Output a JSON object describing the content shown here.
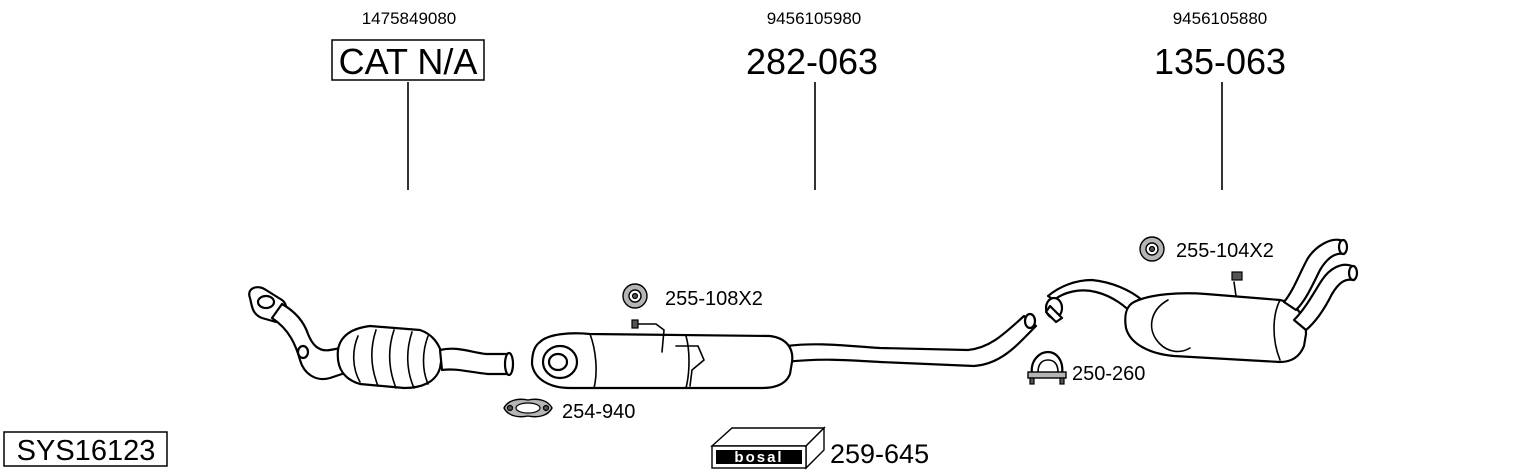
{
  "diagram": {
    "system_code": "SYS16123",
    "brand": "bosal",
    "columns": [
      {
        "oem_number": "1475849080",
        "part_number": "CAT N/A",
        "boxed": true
      },
      {
        "oem_number": "9456105980",
        "part_number": "282-063",
        "boxed": false
      },
      {
        "oem_number": "9456105880",
        "part_number": "135-063",
        "boxed": false
      }
    ],
    "accessories": [
      {
        "label": "255-108X2",
        "icon": "rubber-hanger-icon"
      },
      {
        "label": "255-104X2",
        "icon": "rubber-hanger-icon"
      },
      {
        "label": "254-940",
        "icon": "pipe-clamp-icon"
      },
      {
        "label": "250-260",
        "icon": "u-clamp-icon"
      },
      {
        "label": "259-645",
        "icon": "bosal-kit-icon"
      }
    ]
  }
}
